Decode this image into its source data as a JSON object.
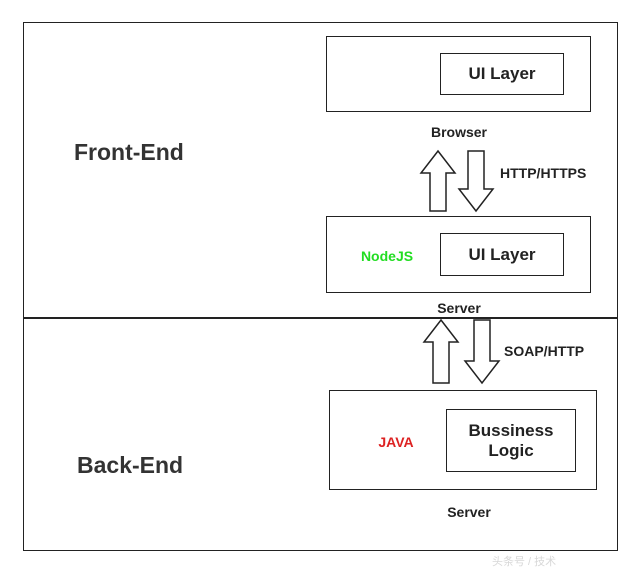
{
  "sections": {
    "front_end": "Front-End",
    "back_end": "Back-End"
  },
  "browser": {
    "inner_label": "UI Layer",
    "caption": "Browser"
  },
  "front_protocol": "HTTP/HTTPS",
  "node_server": {
    "tech": "NodeJS",
    "tech_color": "#22dd22",
    "inner_label": "UI Layer",
    "caption": "Server"
  },
  "back_protocol": "SOAP/HTTP",
  "java_server": {
    "tech": "JAVA",
    "tech_color": "#dd2222",
    "inner_label_line1": "Bussiness",
    "inner_label_line2": "Logic",
    "caption": "Server"
  },
  "watermark": "头条号 / 技术"
}
